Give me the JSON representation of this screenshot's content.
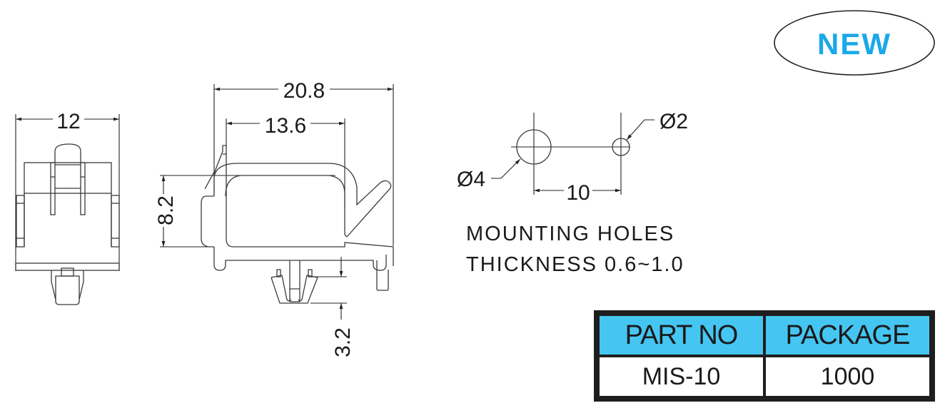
{
  "badge": {
    "label": "NEW",
    "color": "#1aa9e8"
  },
  "front_view": {
    "width_dim": "12"
  },
  "side_view": {
    "overall_width_dim": "20.8",
    "inner_width_dim": "13.6",
    "height_dim": "8.2",
    "pin_length_dim": "3.2"
  },
  "mounting_holes": {
    "large_hole_dia": "Ø4",
    "small_hole_dia": "Ø2",
    "spacing_dim": "10",
    "note_line1": "MOUNTING HOLES",
    "note_line2": "THICKNESS 0.6~1.0"
  },
  "spec_table": {
    "header_bg": "#45c6f2",
    "border_color": "#1e1e1e",
    "headers": [
      "PART NO",
      "PACKAGE"
    ],
    "rows": [
      [
        "MIS-10",
        "1000"
      ]
    ]
  }
}
